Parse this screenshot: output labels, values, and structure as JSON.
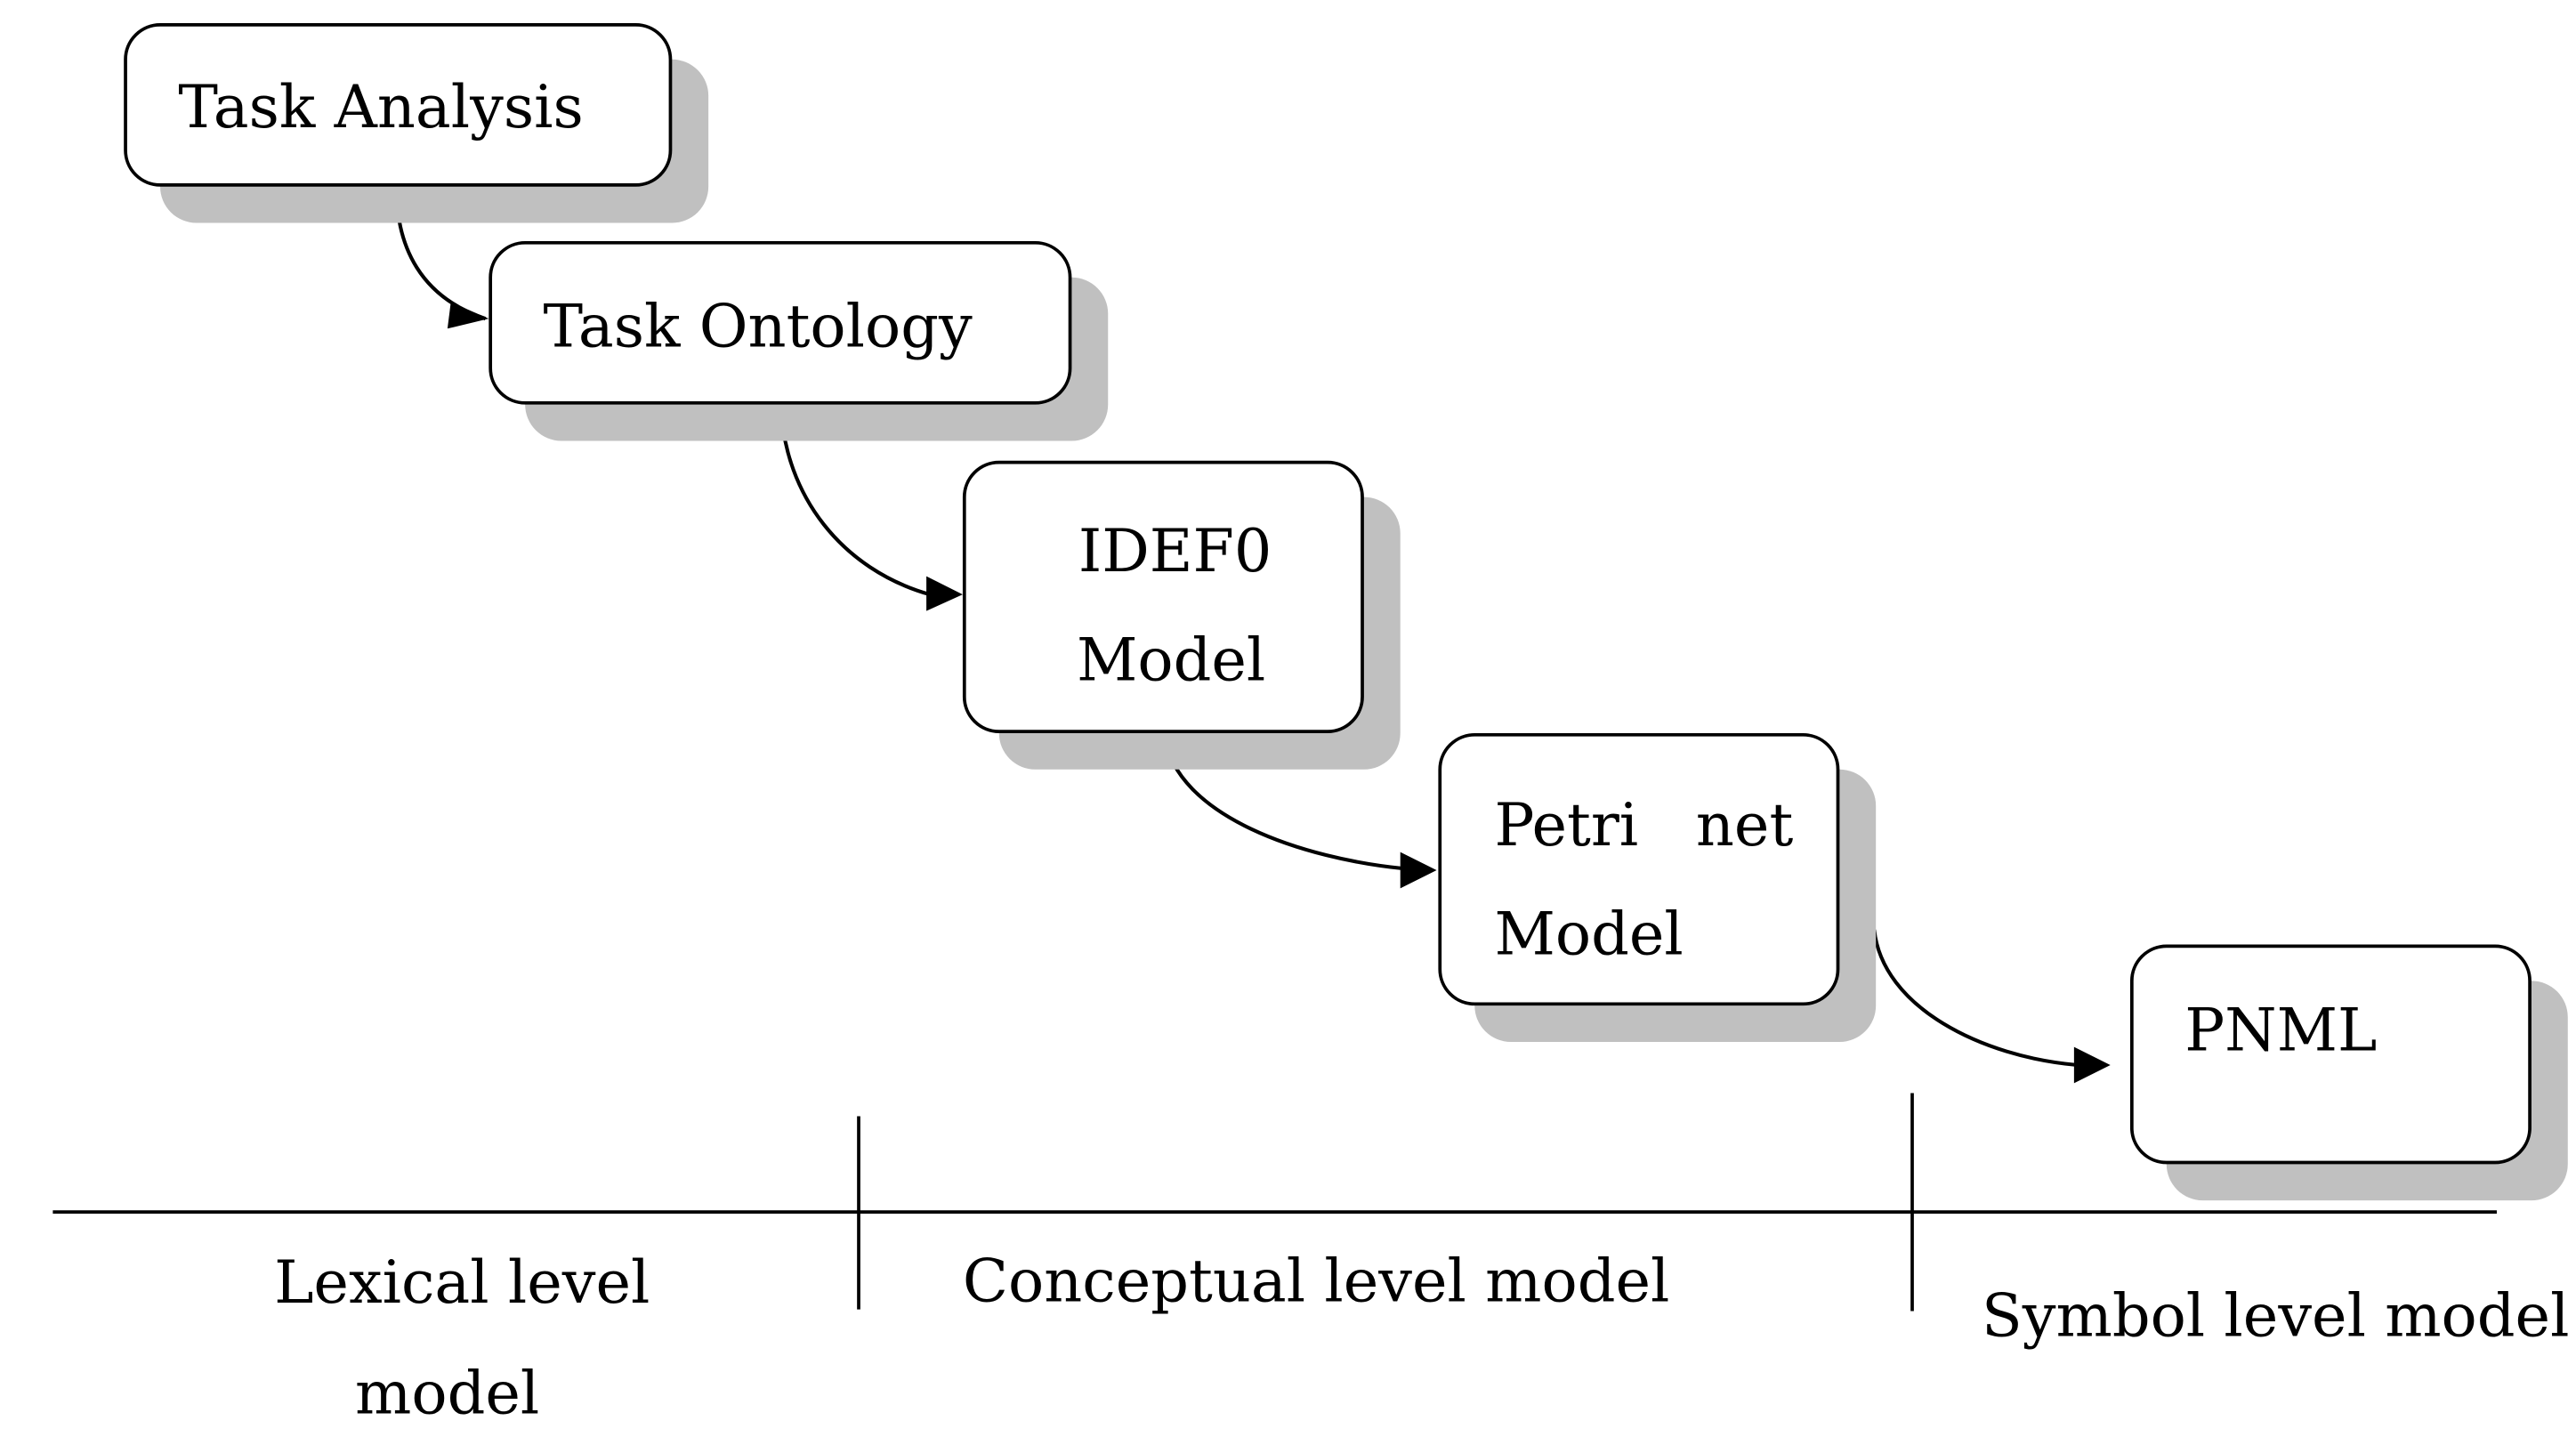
{
  "nodes": {
    "task_analysis": {
      "label": "Task Analysis"
    },
    "task_ontology": {
      "label": "Task Ontology"
    },
    "idef0": {
      "line1": "IDEF0",
      "line2": "Model"
    },
    "petri": {
      "line1a": "Petri",
      "line1b": "net",
      "line2": "Model"
    },
    "pnml": {
      "label": "PNML"
    }
  },
  "levels": {
    "lexical": {
      "line1": "Lexical level",
      "line2": "model"
    },
    "conceptual": {
      "label": "Conceptual level model"
    },
    "symbol": {
      "label": "Symbol level model"
    }
  },
  "colors": {
    "stroke": "#000000",
    "shadow": "#c0c0c0",
    "box_fill": "#ffffff"
  }
}
